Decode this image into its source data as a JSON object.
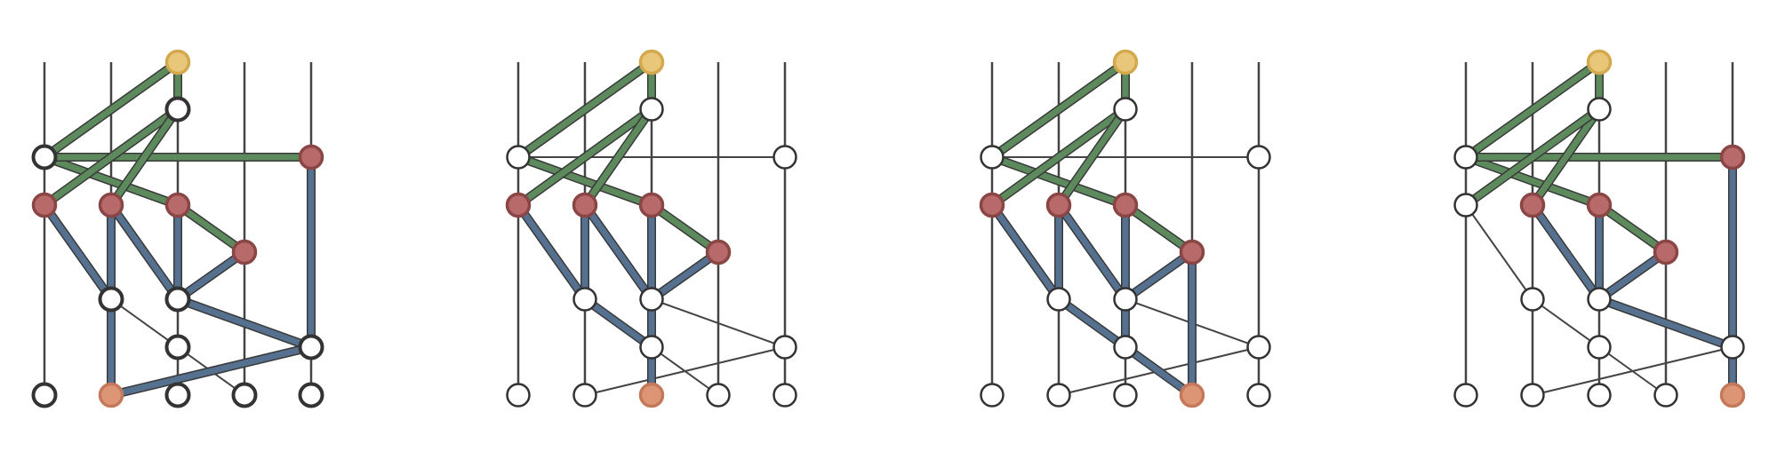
{
  "colors": {
    "background": "#ffffff",
    "wire": "#444444",
    "node_stroke": "#333333",
    "node_fill": "#ffffff",
    "green_path": "#5c8a5c",
    "blue_path": "#56708f",
    "red_node": "#b86a6a",
    "red_node_stroke": "#8a4545",
    "gold_node": "#e8c77a",
    "gold_node_stroke": "#d4a94e",
    "orange_node": "#dc9575",
    "orange_node_stroke": "#c47a5a"
  },
  "icons": {
    "wire": "vertical-line",
    "node": "circle",
    "edge": "line"
  },
  "panels": [
    {
      "name": "panel-1",
      "red_nodes": [
        "n3",
        "n4",
        "n5",
        "n6",
        "n9"
      ],
      "white_nodes": [
        "n2",
        "n1",
        "n7",
        "n8",
        "n10",
        "n11",
        "b0",
        "b2",
        "b3",
        "b4"
      ],
      "gold_node": "n0",
      "orange_node": "b1",
      "bold_outline": [
        "n1",
        "n2",
        "n7",
        "n8",
        "n10",
        "n11",
        "b0",
        "b2",
        "b3",
        "b4"
      ],
      "thin_edges": [
        [
          "n7",
          "n10"
        ],
        [
          "n10",
          "b3"
        ]
      ],
      "green_edges": [
        [
          "n0",
          "n2"
        ],
        [
          "n0",
          "n1"
        ],
        [
          "n1",
          "n5"
        ],
        [
          "n1",
          "n9"
        ],
        [
          "n2",
          "n3"
        ],
        [
          "n2",
          "n4"
        ],
        [
          "n5",
          "n6"
        ]
      ],
      "blue_edges": [
        [
          "n3",
          "n7"
        ],
        [
          "n4",
          "n7"
        ],
        [
          "n4",
          "n8"
        ],
        [
          "n5",
          "n8"
        ],
        [
          "n6",
          "n8"
        ],
        [
          "n8",
          "n11"
        ],
        [
          "n9",
          "n11"
        ],
        [
          "n7",
          "b1"
        ],
        [
          "n11",
          "b1"
        ]
      ]
    },
    {
      "name": "panel-2",
      "red_nodes": [
        "n3",
        "n4",
        "n5",
        "n6"
      ],
      "white_nodes": [
        "n1",
        "n2",
        "n9",
        "n7",
        "n8",
        "n10",
        "n11",
        "b0",
        "b1",
        "b3",
        "b4"
      ],
      "gold_node": "n0",
      "orange_node": "b2",
      "bold_outline": [],
      "thin_edges": [
        [
          "n1",
          "n9"
        ],
        [
          "n9",
          "n11"
        ],
        [
          "n8",
          "n11"
        ],
        [
          "n10",
          "b3"
        ],
        [
          "b1",
          "n11"
        ],
        [
          "n11",
          "b4"
        ]
      ],
      "green_edges": [
        [
          "n0",
          "n2"
        ],
        [
          "n0",
          "n1"
        ],
        [
          "n1",
          "n5"
        ],
        [
          "n2",
          "n3"
        ],
        [
          "n2",
          "n4"
        ],
        [
          "n5",
          "n6"
        ]
      ],
      "blue_edges": [
        [
          "n3",
          "n7"
        ],
        [
          "n4",
          "n7"
        ],
        [
          "n4",
          "n8"
        ],
        [
          "n5",
          "n8"
        ],
        [
          "n6",
          "n8"
        ],
        [
          "n7",
          "n10"
        ],
        [
          "n8",
          "n10"
        ],
        [
          "n10",
          "b2"
        ]
      ]
    },
    {
      "name": "panel-3",
      "red_nodes": [
        "n3",
        "n4",
        "n5",
        "n6"
      ],
      "white_nodes": [
        "n1",
        "n2",
        "n9",
        "n7",
        "n8",
        "n10",
        "n11",
        "b0",
        "b1",
        "b2",
        "b4"
      ],
      "gold_node": "n0",
      "orange_node": "b3",
      "bold_outline": [],
      "thin_edges": [
        [
          "n1",
          "n9"
        ],
        [
          "n9",
          "n11"
        ],
        [
          "n8",
          "n11"
        ],
        [
          "n10",
          "b2"
        ],
        [
          "b1",
          "n11"
        ],
        [
          "n11",
          "b4"
        ]
      ],
      "green_edges": [
        [
          "n0",
          "n2"
        ],
        [
          "n0",
          "n1"
        ],
        [
          "n1",
          "n5"
        ],
        [
          "n2",
          "n3"
        ],
        [
          "n2",
          "n4"
        ],
        [
          "n5",
          "n6"
        ]
      ],
      "blue_edges": [
        [
          "n3",
          "n7"
        ],
        [
          "n4",
          "n7"
        ],
        [
          "n4",
          "n8"
        ],
        [
          "n5",
          "n8"
        ],
        [
          "n6",
          "n8"
        ],
        [
          "n7",
          "n10"
        ],
        [
          "n8",
          "n10"
        ],
        [
          "n10",
          "b3"
        ],
        [
          "n6",
          "b3"
        ]
      ]
    },
    {
      "name": "panel-4",
      "red_nodes": [
        "n4",
        "n5",
        "n6",
        "n9"
      ],
      "white_nodes": [
        "n1",
        "n2",
        "n3",
        "n7",
        "n8",
        "n10",
        "n11",
        "b0",
        "b1",
        "b2",
        "b3"
      ],
      "gold_node": "n0",
      "orange_node": "b4",
      "bold_outline": [],
      "thin_edges": [
        [
          "n2",
          "n3"
        ],
        [
          "n3",
          "n7"
        ],
        [
          "n7",
          "n10"
        ],
        [
          "n10",
          "b3"
        ],
        [
          "n10",
          "b2"
        ],
        [
          "b1",
          "n11"
        ],
        [
          "n8",
          "n10"
        ]
      ],
      "green_edges": [
        [
          "n0",
          "n2"
        ],
        [
          "n0",
          "n1"
        ],
        [
          "n1",
          "n5"
        ],
        [
          "n1",
          "n9"
        ],
        [
          "n2",
          "n4"
        ],
        [
          "n5",
          "n6"
        ],
        [
          "n2",
          "n3"
        ]
      ],
      "blue_edges": [
        [
          "n4",
          "n8"
        ],
        [
          "n5",
          "n8"
        ],
        [
          "n6",
          "n8"
        ],
        [
          "n8",
          "n11"
        ],
        [
          "n9",
          "n11"
        ],
        [
          "n11",
          "b4"
        ]
      ]
    }
  ]
}
